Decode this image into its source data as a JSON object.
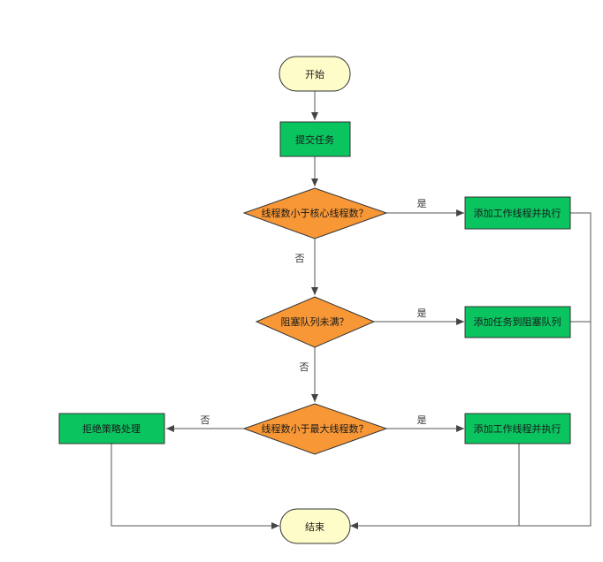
{
  "colors": {
    "terminal_fill": "#fefcc8",
    "process_fill": "#0ac460",
    "decision_fill": "#f79736",
    "stroke": "#333333",
    "edge": "#555555"
  },
  "nodes": {
    "start": "开始",
    "submit": "提交任务",
    "q_core": "线程数小于核心线程数？",
    "add_worker_1": "添加工作线程并执行",
    "q_queue": "阻塞队列未满？",
    "add_queue": "添加任务到阻塞队列",
    "q_max": "线程数小于最大线程数？",
    "add_worker_2": "添加工作线程并执行",
    "reject": "拒绝策略处理",
    "end": "结束"
  },
  "edge_labels": {
    "core_yes": "是",
    "core_no": "否",
    "queue_yes": "是",
    "queue_no": "否",
    "max_yes": "是",
    "max_no": "否"
  }
}
